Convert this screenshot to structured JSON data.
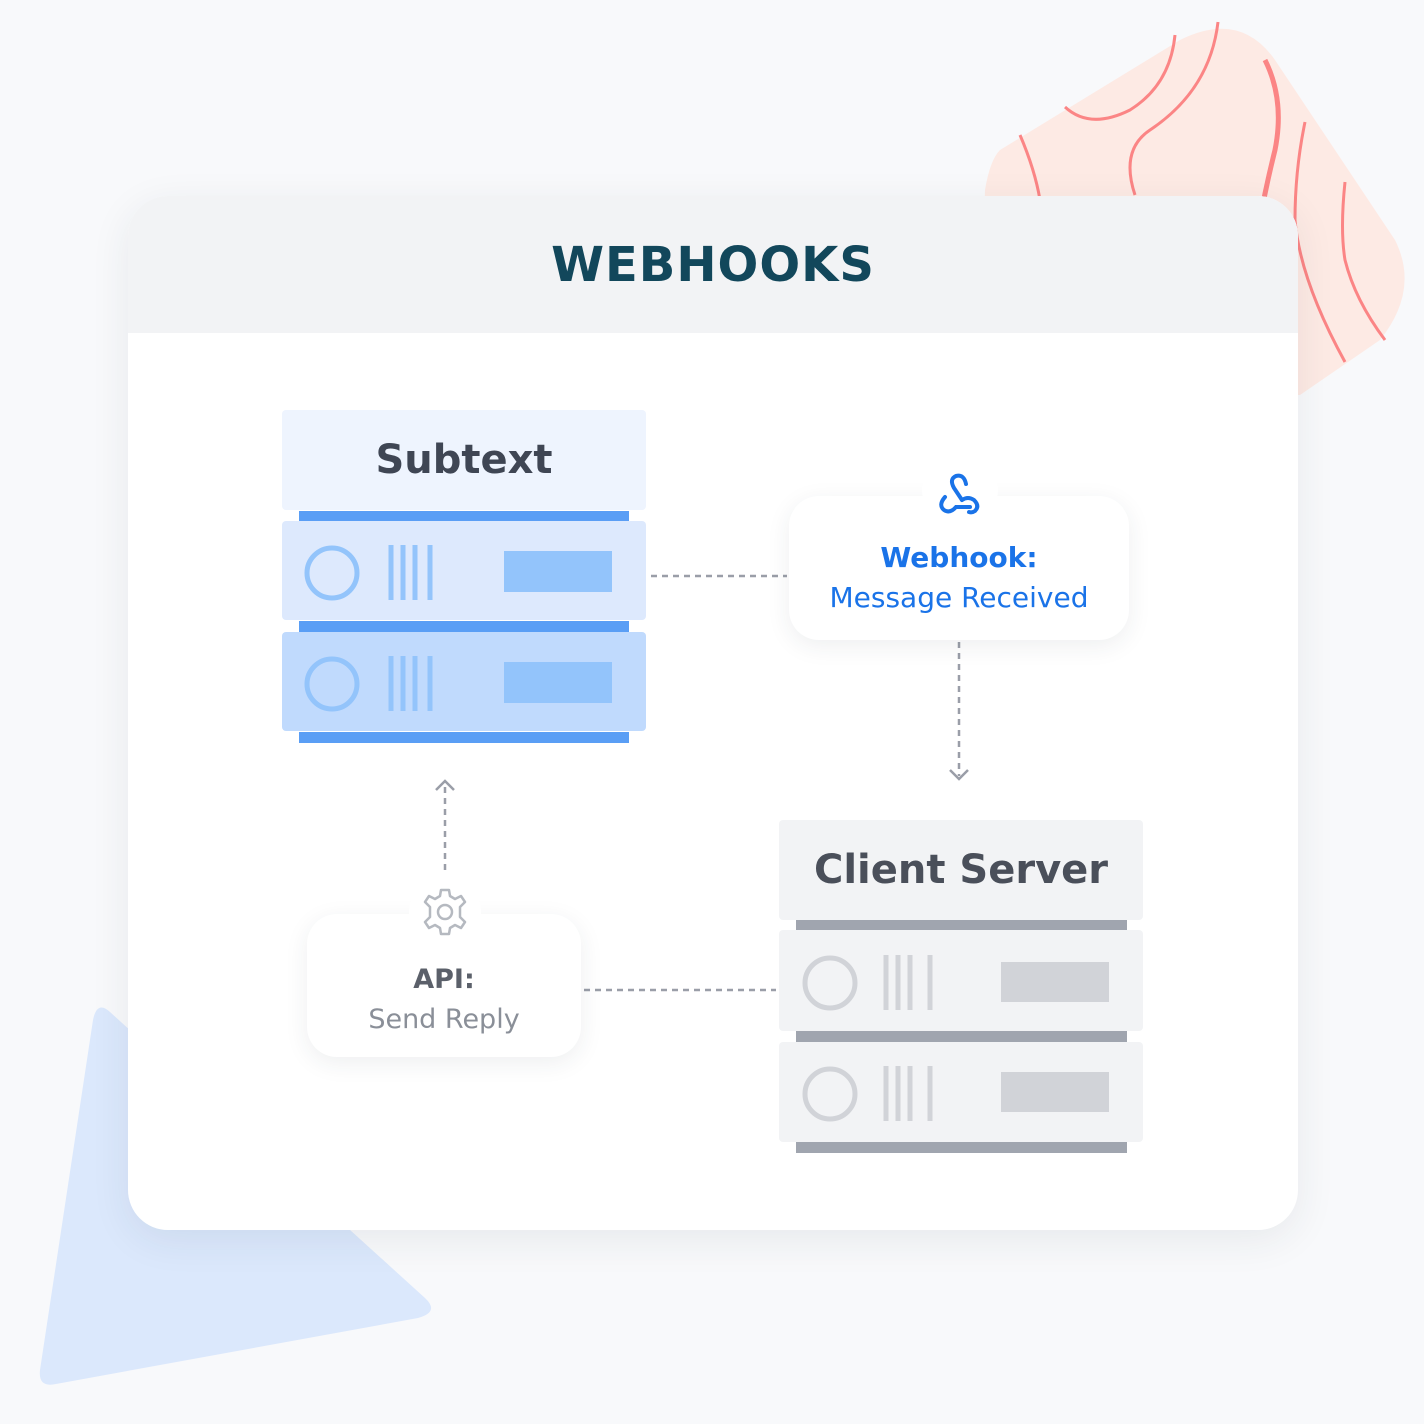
{
  "title": "WEBHOOKS",
  "subtext_server": {
    "label": "Subtext"
  },
  "client_server": {
    "label": "Client Server"
  },
  "webhook_box": {
    "line1": "Webhook:",
    "line2": "Message Received",
    "icon": "webhook-icon"
  },
  "api_box": {
    "line1": "API:",
    "line2": "Send Reply",
    "icon": "gear-icon"
  },
  "colors": {
    "title": "#12475b",
    "accent": "#1a73e8",
    "subtext_bar": "#5a9ef5",
    "client_bar": "#a0a5af"
  }
}
